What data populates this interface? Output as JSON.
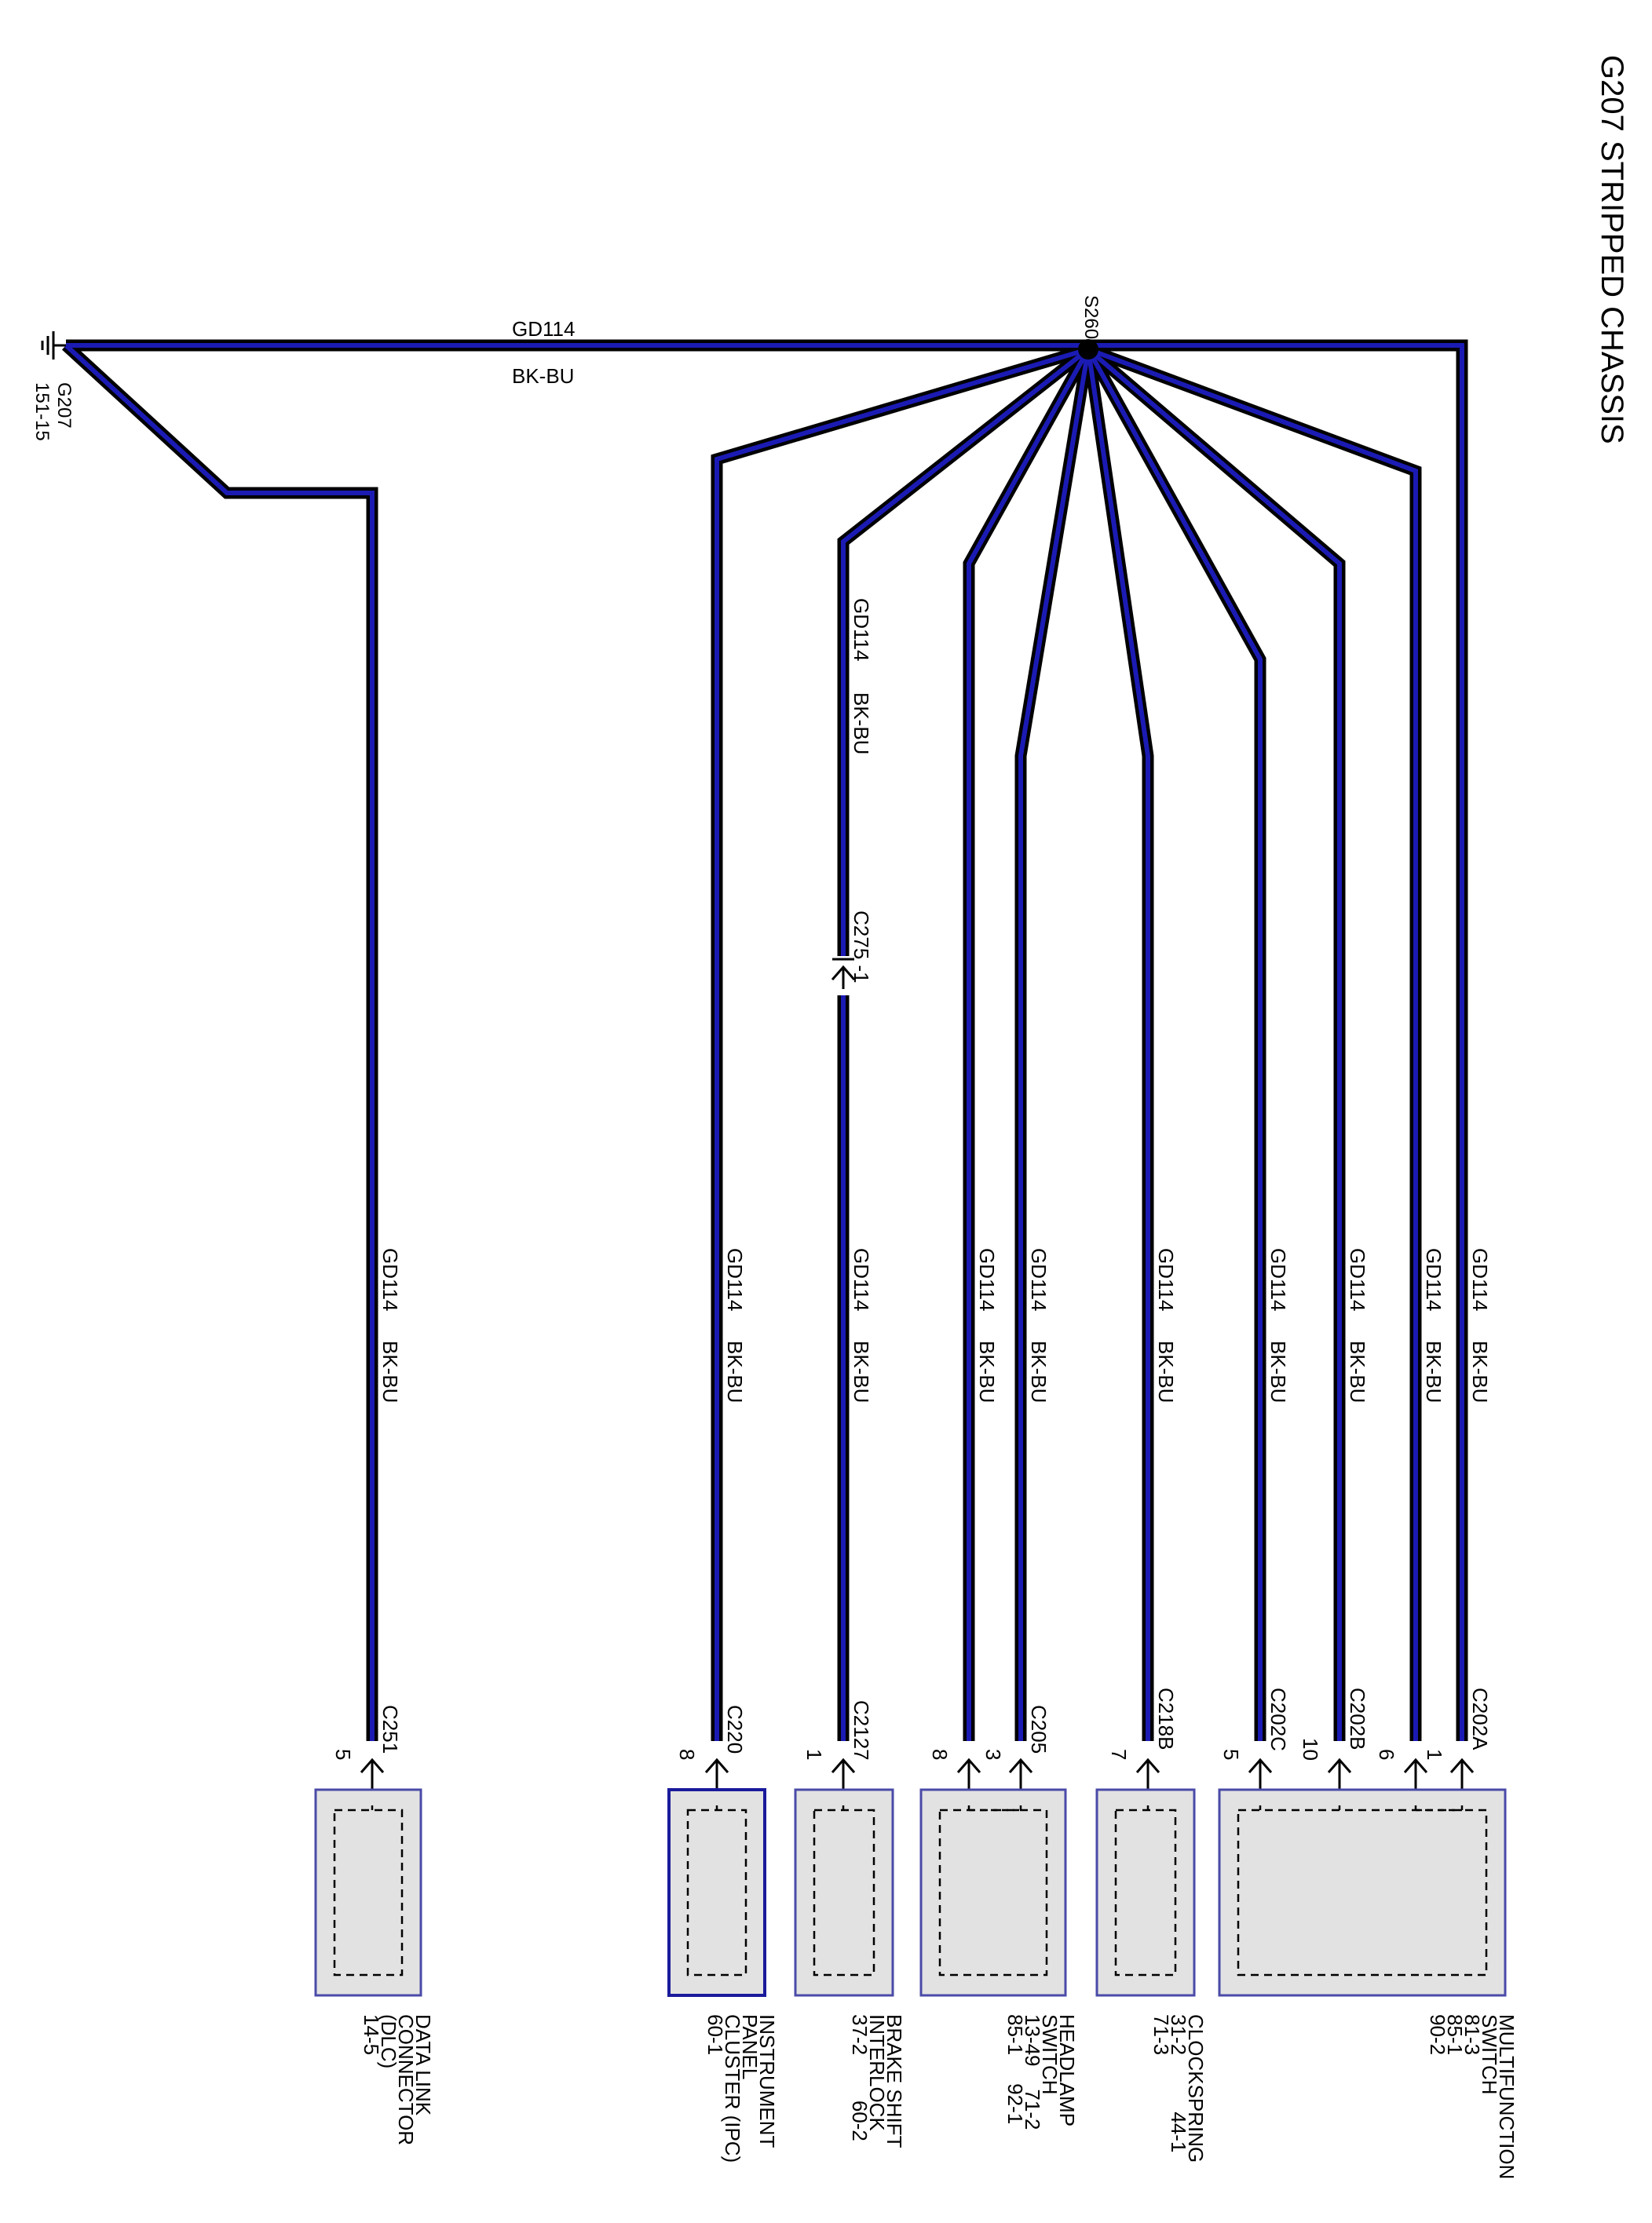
{
  "title": "G207 STRIPPED CHASSIS",
  "splice": {
    "id": "S260"
  },
  "ground": {
    "id": "G207",
    "ref": "151-15"
  },
  "main_wire": {
    "circuit": "GD114",
    "color": "BK-BU"
  },
  "inline_connector": {
    "label": "C275 -1"
  },
  "wire_labels": {
    "dlc": {
      "circuit": "GD114",
      "color": "BK-BU"
    },
    "ipc": {
      "circuit": "GD114",
      "color": "BK-BU"
    },
    "bsi_upper": {
      "circuit": "GD114",
      "color": "BK-BU"
    },
    "bsi_lower": {
      "circuit": "GD114",
      "color": "BK-BU"
    },
    "hl8": {
      "circuit": "GD114",
      "color": "BK-BU"
    },
    "hl3": {
      "circuit": "GD114",
      "color": "BK-BU"
    },
    "cs": {
      "circuit": "GD114",
      "color": "BK-BU"
    },
    "mf5": {
      "circuit": "GD114",
      "color": "BK-BU"
    },
    "mf10": {
      "circuit": "GD114",
      "color": "BK-BU"
    },
    "mf6": {
      "circuit": "GD114",
      "color": "BK-BU"
    },
    "mf1": {
      "circuit": "GD114",
      "color": "BK-BU"
    }
  },
  "connectors": {
    "dlc": {
      "id": "C251",
      "pin": "5"
    },
    "ipc": {
      "id": "C220",
      "pin": "8"
    },
    "bsi": {
      "id": "C2127",
      "pin": "1"
    },
    "hl": {
      "id": "C205",
      "pin8": "8",
      "pin3": "3"
    },
    "cs": {
      "id": "C218B",
      "pin": "7"
    },
    "mf_c": {
      "id": "C202C",
      "pin": "5"
    },
    "mf_b": {
      "id": "C202B",
      "pin": "10"
    },
    "mf_a": {
      "id": "C202A",
      "pin6": "6",
      "pin1": "1"
    }
  },
  "components": {
    "dlc": {
      "lines": [
        "DATA LINK",
        "CONNECTOR",
        "(DLC)",
        "14-5"
      ]
    },
    "ipc": {
      "lines": [
        "INSTRUMENT",
        "PANEL",
        "CLUSTER (IPC)",
        "60-1"
      ]
    },
    "bsi": {
      "lines": [
        "BRAKE SHIFT",
        "INTERLOCK",
        "37-2        60-2"
      ]
    },
    "hl": {
      "lines": [
        "HEADLAMP",
        "SWITCH",
        "13-49    71-2",
        "85-1     92-1"
      ]
    },
    "cs": {
      "lines": [
        "CLOCKSPRING",
        "31-2          44-1",
        "71-3"
      ]
    },
    "mf": {
      "lines": [
        "MULTIFUNCTION",
        "SWITCH",
        "81-3",
        "85-1",
        "90-2"
      ]
    }
  },
  "colors": {
    "wire_core": "#1b1bb4",
    "wire_outline": "#000000",
    "component_fill": "#e2e2e2",
    "component_border": "#4a4aa8",
    "ipc_border": "#1a1a9c"
  }
}
